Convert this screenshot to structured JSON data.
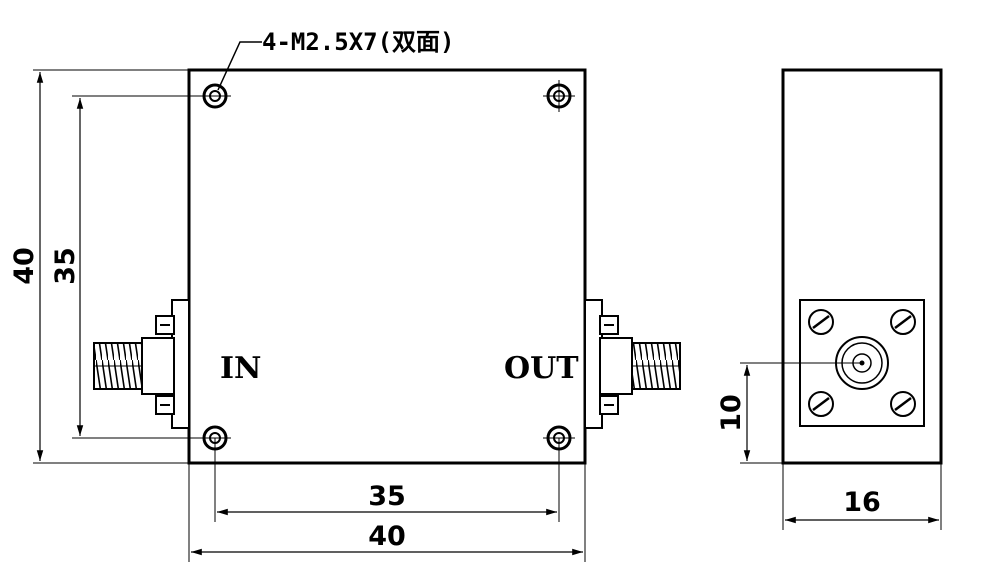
{
  "callout": {
    "hole_note": "4-M2.5X7(双面)"
  },
  "ports": {
    "input_label": "IN",
    "output_label": "OUT"
  },
  "dimensions": {
    "body_height": "40",
    "hole_pitch_vertical": "35",
    "hole_pitch_horizontal": "35",
    "body_width": "40",
    "connector_height": "10",
    "body_depth": "16"
  }
}
